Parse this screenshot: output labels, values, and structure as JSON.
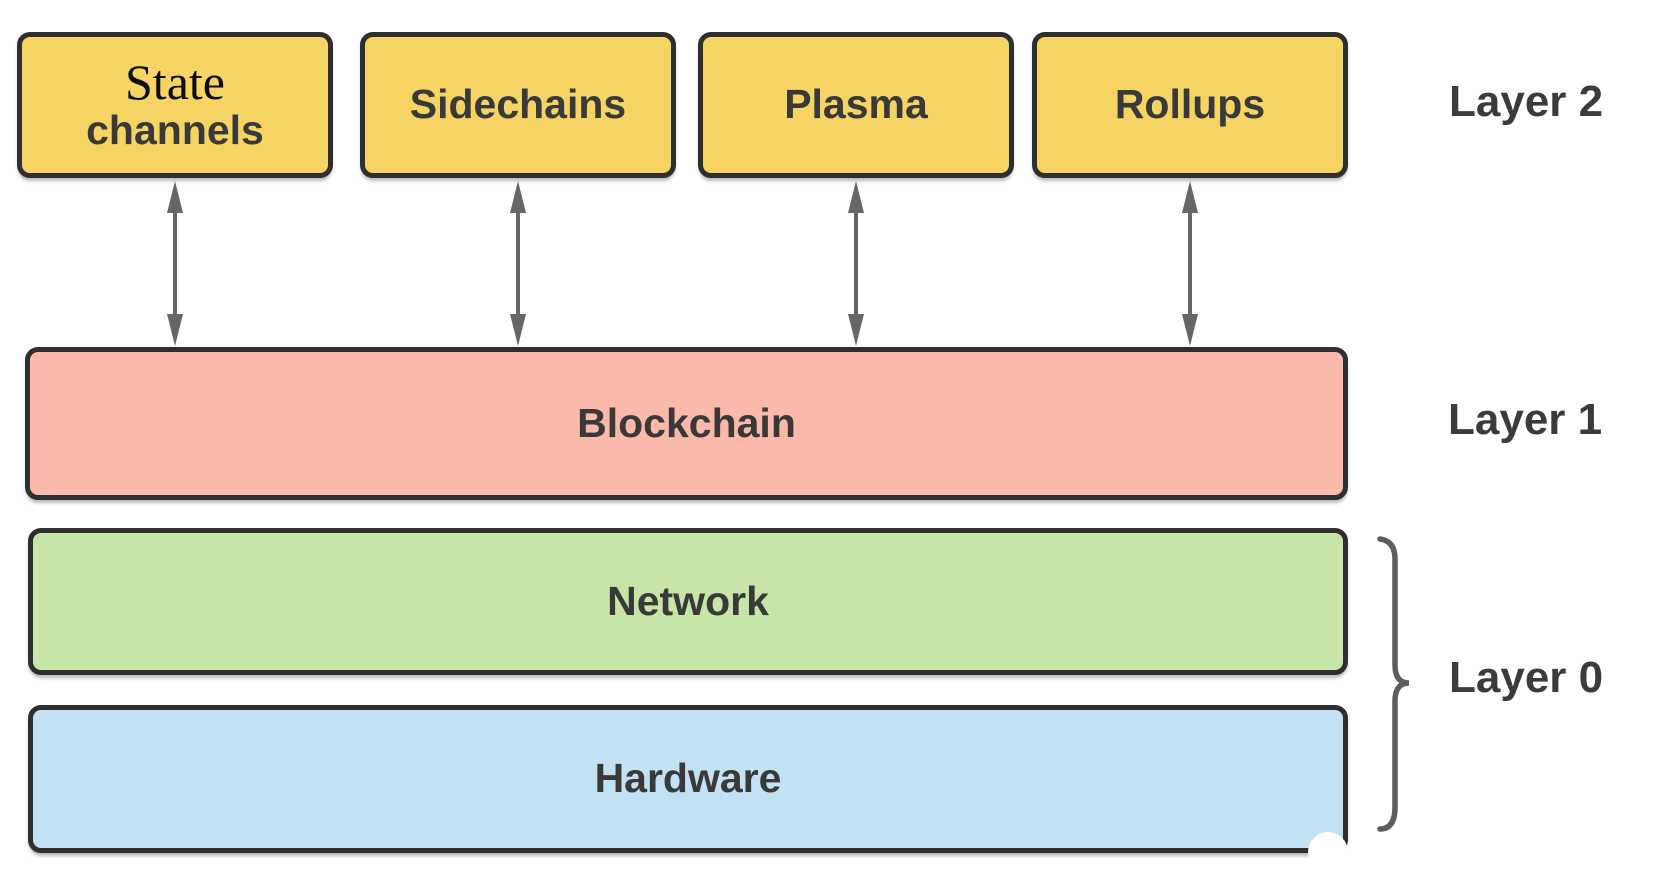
{
  "layers": {
    "layer2": {
      "label": "Layer 2",
      "boxes": [
        {
          "line1": "State",
          "line2": "channels"
        },
        {
          "label": "Sidechains"
        },
        {
          "label": "Plasma"
        },
        {
          "label": "Rollups"
        }
      ]
    },
    "layer1": {
      "label": "Layer 1",
      "box_label": "Blockchain"
    },
    "layer0": {
      "label": "Layer 0",
      "box_labels": [
        "Network",
        "Hardware"
      ]
    }
  },
  "icons": {
    "arrow": "bidirectional-vertical-arrow",
    "brace": "right-curly-brace"
  },
  "colors": {
    "layer2_box_fill": "#F6D464",
    "layer1_box_fill": "#FBB9AB",
    "network_box_fill": "#C6E5A6",
    "hardware_box_fill": "#C2E2F4",
    "box_border": "#2F2F2F",
    "arrow_gray": "#666666",
    "brace_gray": "#5D5D5D",
    "label_text": "#3B3B3B",
    "serif_text": "#0C0C0C",
    "background": "#FFFFFF"
  }
}
